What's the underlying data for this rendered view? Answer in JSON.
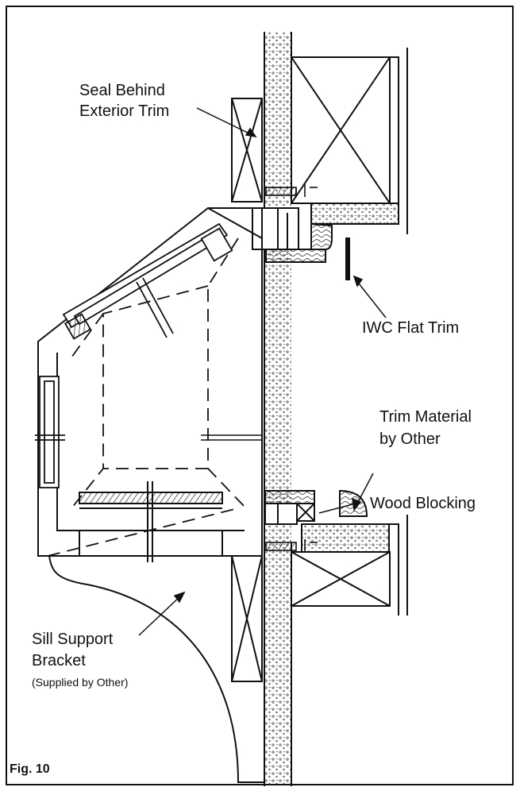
{
  "figure": {
    "caption": "Fig. 10",
    "labels": {
      "seal": [
        "Seal Behind",
        "Exterior Trim"
      ],
      "flat_trim": "IWC Flat Trim",
      "trim_material": [
        "Trim Material",
        "by Other"
      ],
      "wood_blocking": "Wood Blocking",
      "sill_bracket": [
        "Sill Support",
        "Bracket"
      ],
      "sill_note": "(Supplied by Other)"
    }
  }
}
